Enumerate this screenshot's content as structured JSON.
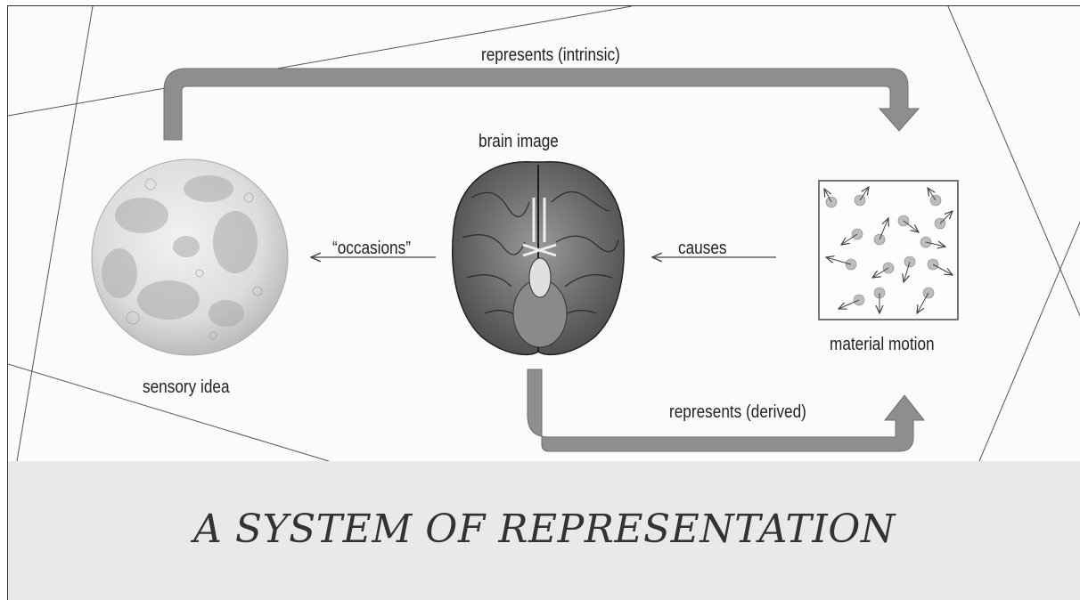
{
  "diagram": {
    "labels": {
      "represents_intrinsic": "represents (intrinsic)",
      "brain_image": "brain image",
      "occasions": "“occasions”",
      "causes": "causes",
      "material_motion": "material motion",
      "sensory_idea": "sensory idea",
      "represents_derived": "represents (derived)"
    },
    "colors": {
      "arrow_fill": "#8e8e8e",
      "background": "#fbfbfb",
      "title_band": "#e9e9e9",
      "particle": "#bdbdbd"
    }
  },
  "title": "A SYSTEM OF REPRESENTATION"
}
